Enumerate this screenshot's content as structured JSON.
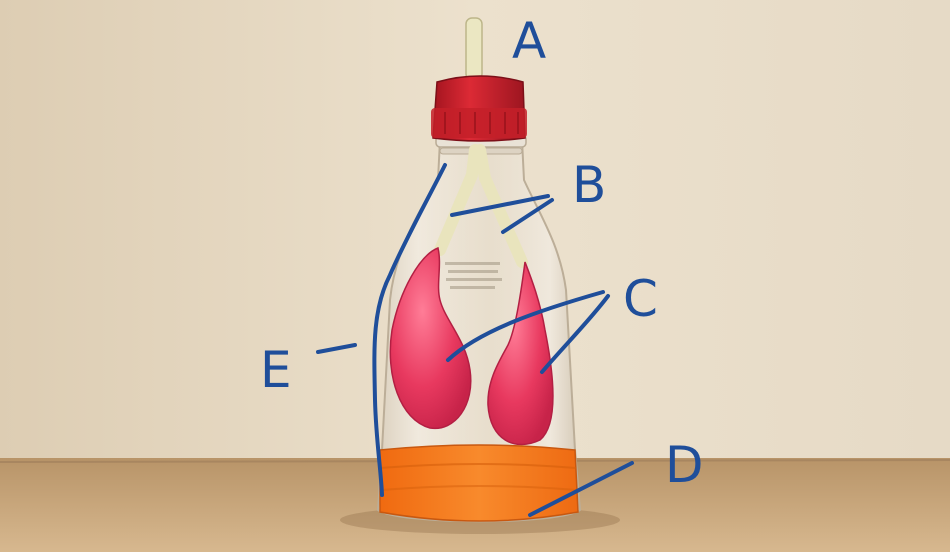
{
  "annotations": {
    "straw_label": "A",
    "y_tube_label": "B",
    "balloons_label": "C",
    "rubber_sheet_label": "D",
    "bottle_label": "E"
  },
  "colors": {
    "wall": "#e9dcc6",
    "table": "#c9a77c",
    "cap": "#c8202b",
    "balloon": "#e63a63",
    "rubber_sheet": "#f47a1c",
    "annotation_ink": "#1f4e9a"
  }
}
